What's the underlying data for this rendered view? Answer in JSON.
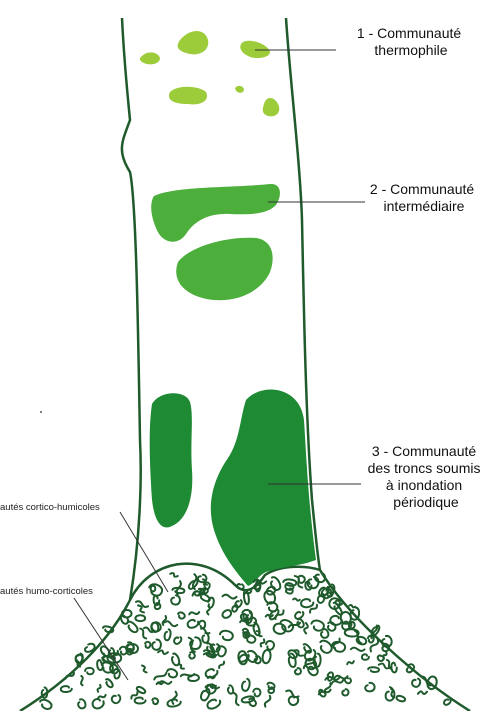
{
  "colors": {
    "trunk_outline": "#1f5a2c",
    "thermophile": "#9ccc3a",
    "intermediaire": "#4caf3c",
    "inondation": "#1f8a34",
    "leader_line": "#333333"
  },
  "labels": {
    "community_1": [
      "1 - Communauté",
      "thermophile"
    ],
    "community_2": [
      "2 - Communauté",
      "intermédiaire"
    ],
    "community_3": [
      "3 - Communauté",
      "des troncs soumis",
      "à inondation",
      "périodique"
    ],
    "cortico_humicoles": "autés cortico-humicoles",
    "humo_corticoles": "autés humo-corticoles"
  }
}
